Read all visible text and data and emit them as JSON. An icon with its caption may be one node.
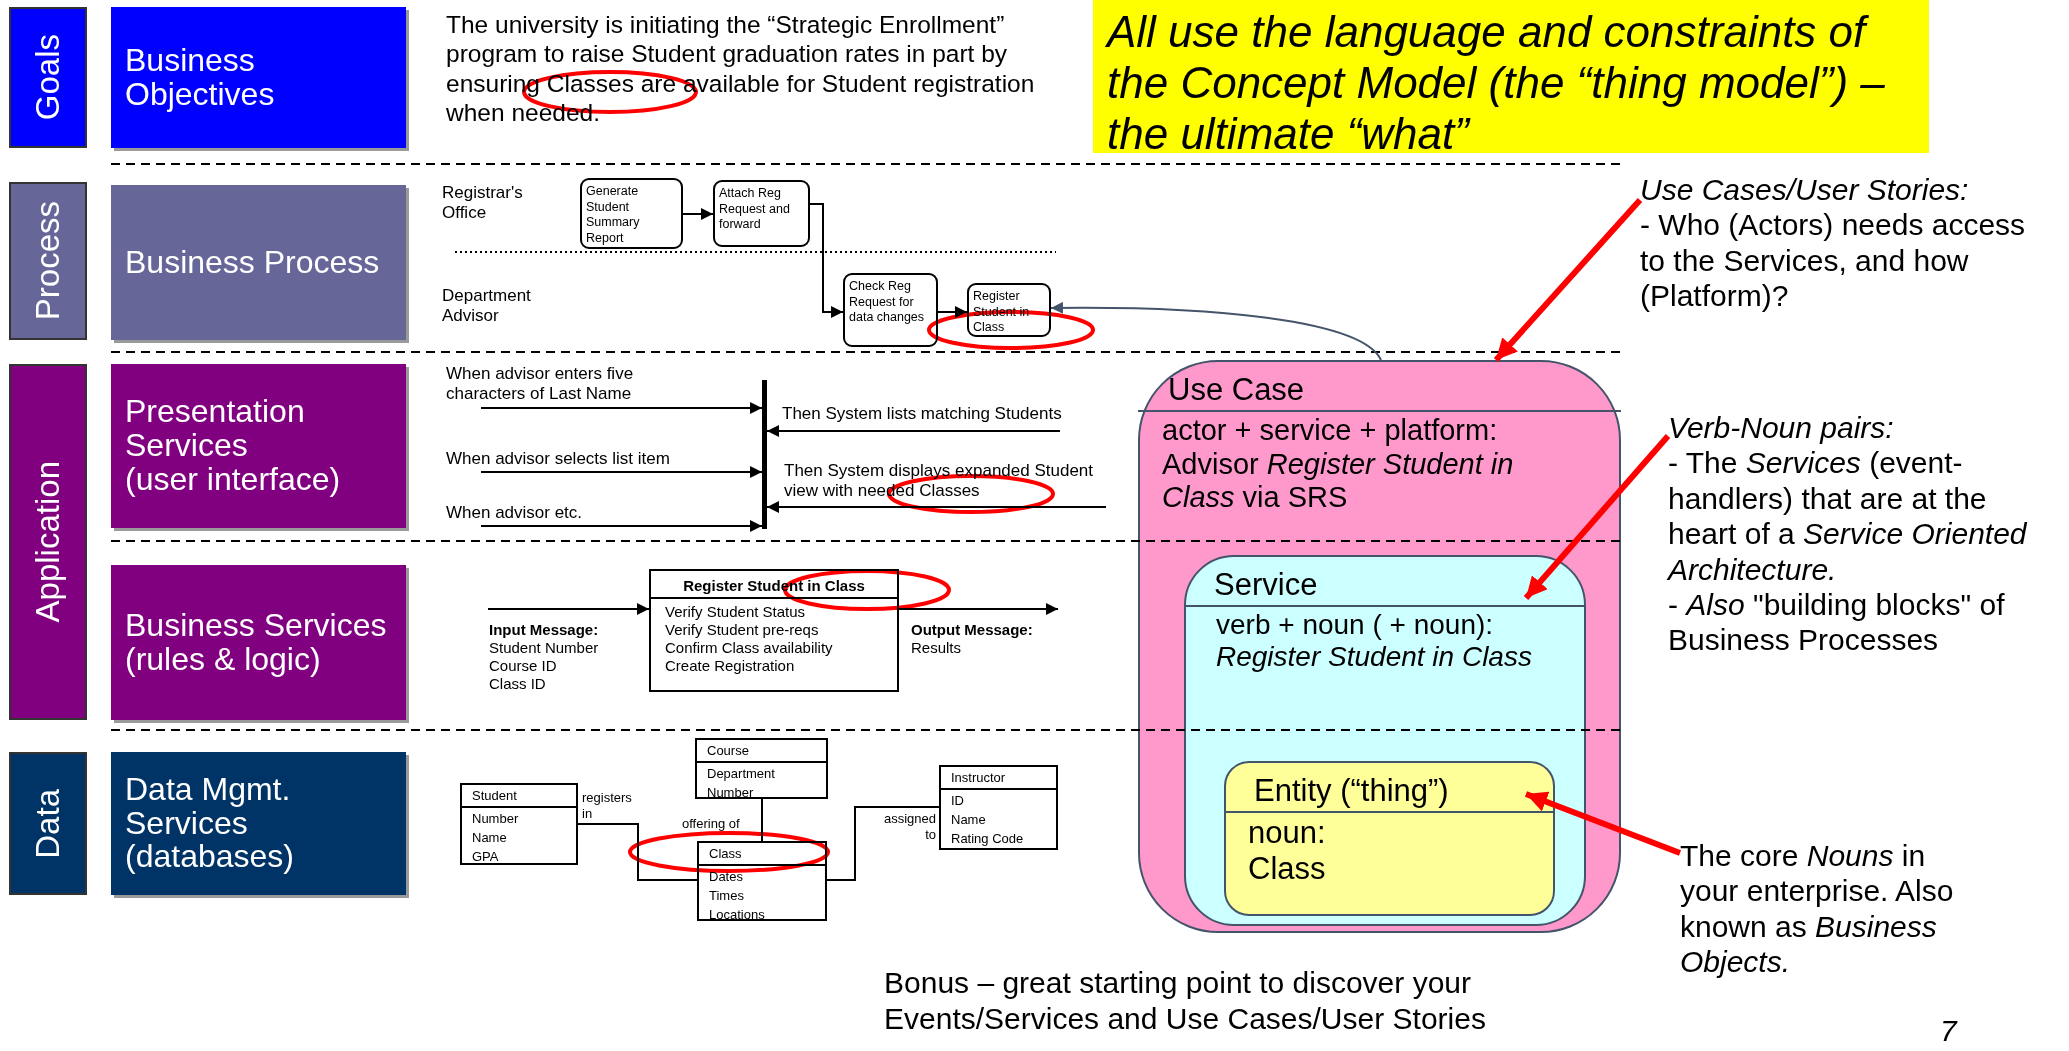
{
  "diagram": {
    "nodes": [
      {
        "text": [
          "Goals"
        ]
      },
      {
        "text": [
          "Business Objectives"
        ]
      },
      {
        "text": [
          "Process"
        ]
      },
      {
        "text": [
          "Business Process"
        ]
      },
      {
        "text": [
          "Application"
        ]
      },
      {
        "text": [
          "Presentation Services",
          "(user interface)"
        ]
      },
      {
        "text": [
          "Business Services",
          "(rules & logic)"
        ]
      },
      {
        "text": [
          "Data"
        ]
      },
      {
        "text": [
          "Data Mgmt. Services",
          "(databases)"
        ]
      },
      {
        "text": [
          "All use the language and constraints of the Concept Model (the “thing model”) – the ultimate “what”"
        ]
      },
      {
        "text": [
          "Generate Student Summary Report"
        ]
      },
      {
        "text": [
          "Attach Reg Request and forward"
        ]
      },
      {
        "text": [
          "Check Reg Request for data changes"
        ]
      },
      {
        "text": [
          "Register Student in Class"
        ]
      },
      {
        "text": [],
        "shape": "bar"
      },
      {
        "text": [
          "Register Student in Class",
          "Verify Student Status",
          "Verify Student pre-reqs",
          "Confirm Class availability",
          "Create Registration"
        ]
      },
      {
        "text": [
          "Student",
          "Number",
          "Name",
          "GPA"
        ]
      },
      {
        "text": [
          "Course",
          "Department",
          "Number"
        ]
      },
      {
        "text": [
          "Class",
          "Dates",
          "Times",
          "Locations"
        ]
      },
      {
        "text": [
          "Instructor",
          "ID",
          "Name",
          "Rating Code"
        ]
      },
      {
        "text": [
          "Use Case",
          "actor + service + platform: Advisor *Register Student in Class* via SRS"
        ]
      },
      {
        "text": [
          "Service",
          "verb + noun ( + noun): *Register Student in Class*"
        ],
        "in": 20
      },
      {
        "text": [
          "Entity (“thing”)",
          "noun: Class"
        ],
        "in": 21
      },
      {
        "text": [
          "Use Cases/User Stories:",
          "- Who (Actors) needs access to the Services, and how (Platform)?"
        ]
      },
      {
        "text": [
          "Verb-Noun pairs:",
          "- The *Services* (event-handlers) that are at the heart of a *Service Oriented Architecture.*",
          "- *Also* \"building blocks\" of Business Processes"
        ]
      },
      {
        "text": [
          "The core *Nouns* in your enterprise. Also known as *Business Objects.*"
        ]
      },
      {
        "text": [
          "When advisor enters five characters of Last Name"
        ]
      },
      {
        "text": [
          "Then System lists matching Students"
        ]
      },
      {
        "text": [
          "When advisor selects list item"
        ]
      },
      {
        "text": [
          "Then System displays expanded Student view with needed Classes"
        ]
      },
      {
        "text": [
          "When advisor etc."
        ]
      },
      {
        "text": [
          "Input Message:",
          "Student Number",
          "Course ID",
          "Class ID"
        ]
      },
      {
        "text": [
          "Output Message:",
          "Results"
        ]
      }
    ],
    "edges": [
      {
        "from": 10,
        "to": 11,
        "arrow": "to"
      },
      {
        "from": 11,
        "to": 12,
        "arrow": "to"
      },
      {
        "from": 12,
        "to": 13,
        "arrow": "to"
      },
      {
        "from": 20,
        "to": 13,
        "arrow": "to",
        "color": "#44546a"
      },
      {
        "from": 26,
        "to": 14,
        "arrow": "to"
      },
      {
        "from": 27,
        "to": 14,
        "arrow": "to"
      },
      {
        "from": 28,
        "to": 14,
        "arrow": "to"
      },
      {
        "from": 29,
        "to": 14,
        "arrow": "to"
      },
      {
        "from": 30,
        "to": 14,
        "arrow": "to"
      },
      {
        "from": 31,
        "to": 15,
        "arrow": "to"
      },
      {
        "from": 15,
        "to": 32,
        "arrow": "to"
      },
      {
        "from": 16,
        "to": 18,
        "arrow": "none",
        "label": "registers in"
      },
      {
        "from": 17,
        "to": 18,
        "arrow": "none",
        "label": "offering of"
      },
      {
        "from": 18,
        "to": 19,
        "arrow": "none",
        "label": "assigned to"
      },
      {
        "from": 23,
        "to": 20,
        "arrow": "to",
        "style": "thick",
        "color": "#ff0000"
      },
      {
        "from": 24,
        "to": 21,
        "arrow": "to",
        "style": "thick",
        "color": "#ff0000"
      },
      {
        "from": 25,
        "to": 22,
        "arrow": "to",
        "style": "thick",
        "color": "#ff0000"
      }
    ],
    "labels": [
      "The university is initiating the “Strategic Enrollment” program to raise Student graduation rates in part by ensuring Classes are available for Student registration when needed.",
      "Registrar's Office",
      "Department Advisor",
      "Bonus – great starting point to discover your Events/Services and Use Cases/User Stories",
      "7"
    ]
  }
}
